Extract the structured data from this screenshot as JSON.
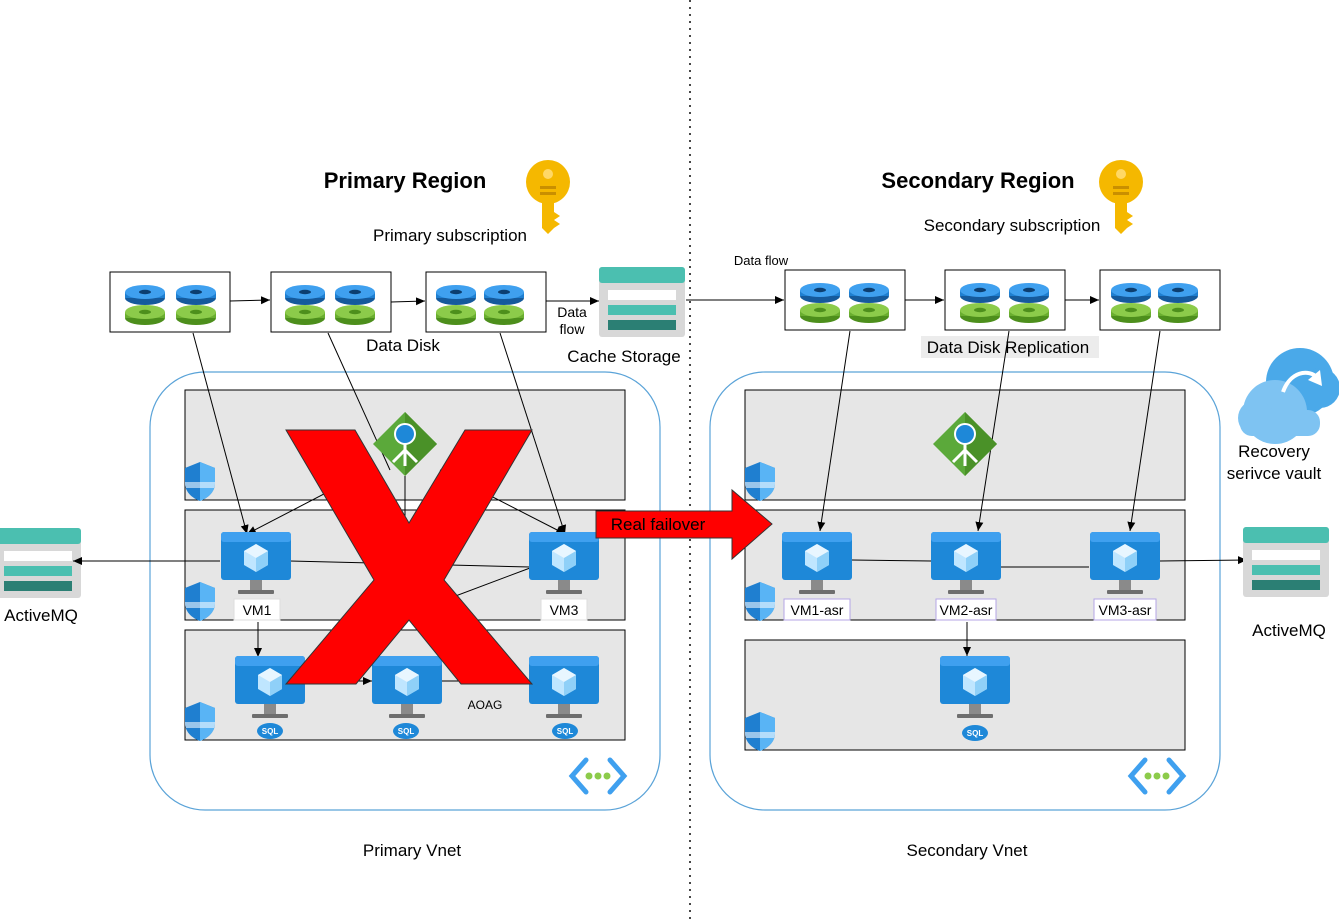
{
  "primary": {
    "title": "Primary Region",
    "subscription": "Primary subscription",
    "data_disk_label": "Data Disk",
    "data_flow_label_line1": "Data",
    "data_flow_label_line2": "flow",
    "cache_storage_label": "Cache Storage",
    "vnet_label": "Primary Vnet",
    "vms": [
      "VM1",
      "VM3"
    ],
    "aoag_label": "AOAG",
    "sql_badge": "SQL",
    "activemq_label": "ActiveMQ"
  },
  "secondary": {
    "title": "Secondary Region",
    "subscription": "Secondary subscription",
    "data_flow_label": "Data flow",
    "replication_label": "Data Disk Replication",
    "vnet_label": "Secondary Vnet",
    "vms": [
      "VM1-asr",
      "VM2-asr",
      "VM3-asr"
    ],
    "sql_badge": "SQL",
    "activemq_label": "ActiveMQ",
    "recovery_vault_line1": "Recovery",
    "recovery_vault_line2": "serivce vault"
  },
  "failover_label": "Real failover",
  "colors": {
    "vm_blue": "#1e88d8",
    "disk_blue": "#1f7fd0",
    "disk_green": "#6aae2f",
    "storage_teal": "#4bbfb0",
    "shield_blue": "#1f7fd0",
    "failover_red": "#ff0000",
    "key_gold": "#f5b800",
    "vnet_border": "#5aa3d8",
    "subnet_fill": "#e6e6e6"
  }
}
